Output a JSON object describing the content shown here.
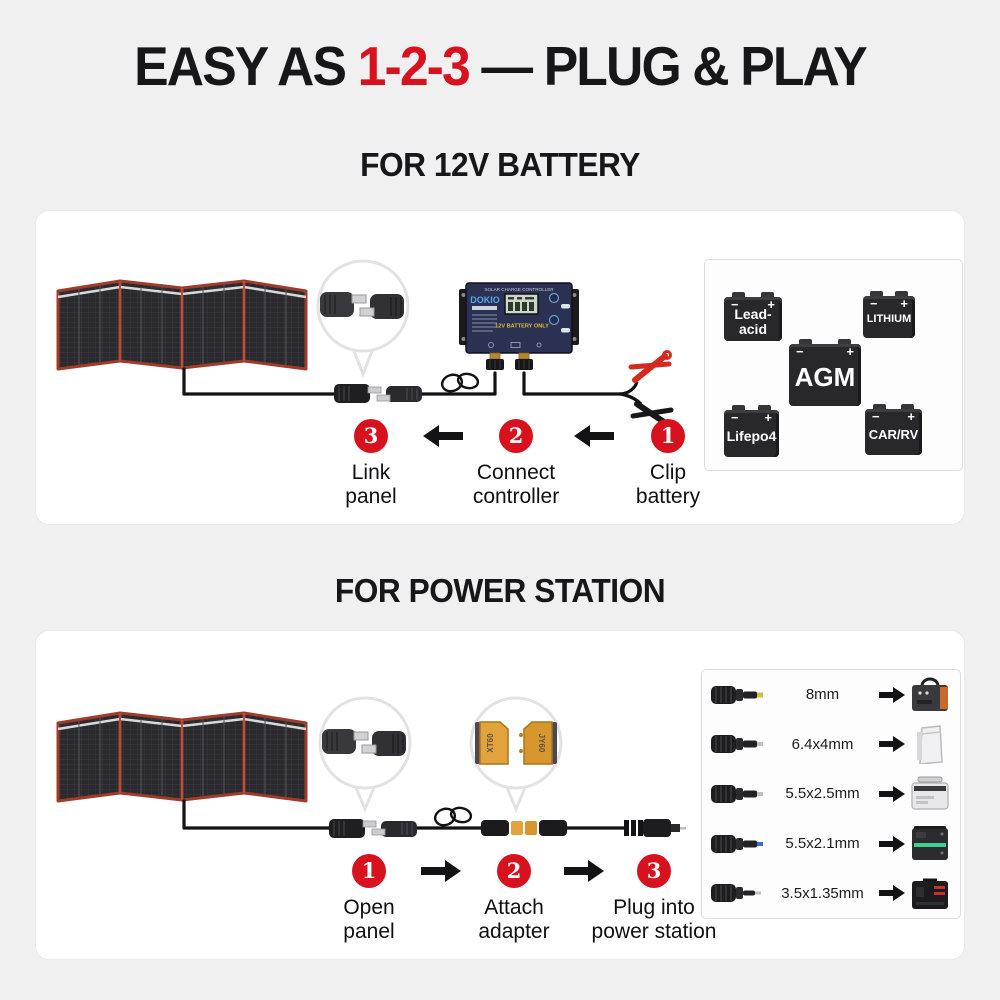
{
  "title": {
    "prefix": "EASY AS ",
    "highlight": "1-2-3",
    "suffix": " — PLUG & PLAY"
  },
  "colors": {
    "accent_red": "#d8111e",
    "controller_navy": "#2a3152",
    "connector_yellow": "#e3a33c",
    "panel_frame_red": "#a03a2a"
  },
  "battery_section": {
    "heading": "FOR 12V BATTERY",
    "controller": {
      "top_label": "SOLAR CHARGE CONTROLLER",
      "brand": "DOKIO",
      "note": "12V BATTERY ONLY"
    },
    "terminals": {
      "minus": "−",
      "plus": "+"
    },
    "battery_types": [
      {
        "label": "Lead-\nacid"
      },
      {
        "label": "LITHIUM"
      },
      {
        "label": "AGM"
      },
      {
        "label": "Lifepo4"
      },
      {
        "label": "CAR/RV"
      }
    ],
    "steps": [
      {
        "number": "3",
        "label": "Link\npanel"
      },
      {
        "number": "2",
        "label": "Connect\ncontroller"
      },
      {
        "number": "1",
        "label": "Clip\nbattery"
      }
    ]
  },
  "power_section": {
    "heading": "FOR POWER STATION",
    "connectors": {
      "left": "XT60",
      "right": "JY60"
    },
    "adapters": [
      {
        "size": "8mm"
      },
      {
        "size": "6.4x4mm"
      },
      {
        "size": "5.5x2.5mm"
      },
      {
        "size": "5.5x2.1mm"
      },
      {
        "size": "3.5x1.35mm"
      }
    ],
    "steps": [
      {
        "number": "1",
        "label": "Open\npanel"
      },
      {
        "number": "2",
        "label": "Attach\nadapter"
      },
      {
        "number": "3",
        "label": "Plug into\npower station"
      }
    ]
  }
}
